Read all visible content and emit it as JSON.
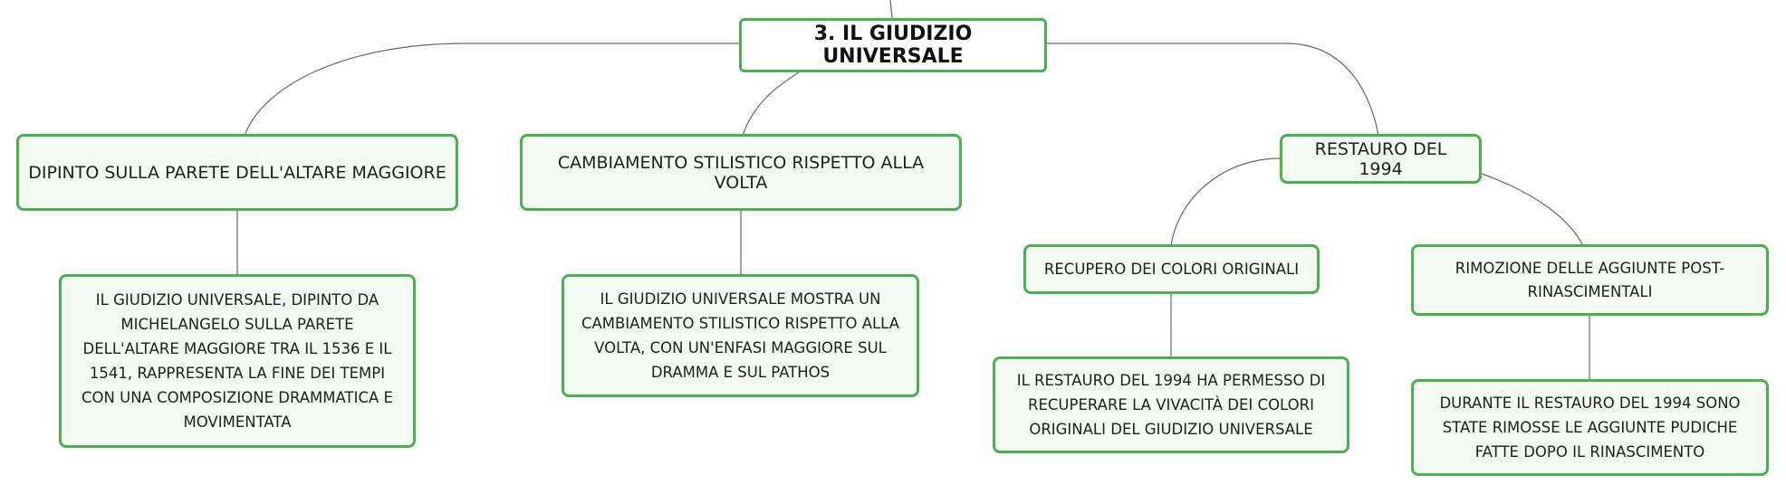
{
  "diagram": {
    "root": {
      "label": "3. IL GIUDIZIO UNIVERSALE"
    },
    "branches": {
      "dipinto": {
        "label": "DIPINTO SULLA PARETE DELL'ALTARE MAGGIORE",
        "detail": "IL GIUDIZIO UNIVERSALE, DIPINTO DA MICHELANGELO SULLA PARETE DELL'ALTARE MAGGIORE TRA IL 1536 E IL 1541, RAPPRESENTA LA FINE DEI TEMPI CON UNA COMPOSIZIONE DRAMMATICA E MOVIMENTATA"
      },
      "cambiamento": {
        "label": "CAMBIAMENTO STILISTICO RISPETTO ALLA VOLTA",
        "detail": "IL GIUDIZIO UNIVERSALE MOSTRA UN CAMBIAMENTO STILISTICO RISPETTO ALLA VOLTA, CON UN'ENFASI MAGGIORE SUL DRAMMA E SUL PATHOS"
      },
      "restauro": {
        "label": "RESTAURO DEL 1994",
        "recupero": {
          "label": "RECUPERO DEI COLORI ORIGINALI",
          "detail": "IL RESTAURO DEL 1994 HA PERMESSO DI RECUPERARE LA VIVACITÀ DEI COLORI ORIGINALI DEL GIUDIZIO UNIVERSALE"
        },
        "rimozione": {
          "label": "RIMOZIONE DELLE AGGIUNTE POST-RINASCIMENTALI",
          "detail": "DURANTE IL RESTAURO DEL 1994 SONO STATE RIMOSSE LE AGGIUNTE PUDICHE FATTE DOPO IL RINASCIMENTO"
        }
      }
    },
    "colors": {
      "node_border": "#4caf50",
      "node_fill": "#f2faf2",
      "connector": "#666666"
    }
  }
}
